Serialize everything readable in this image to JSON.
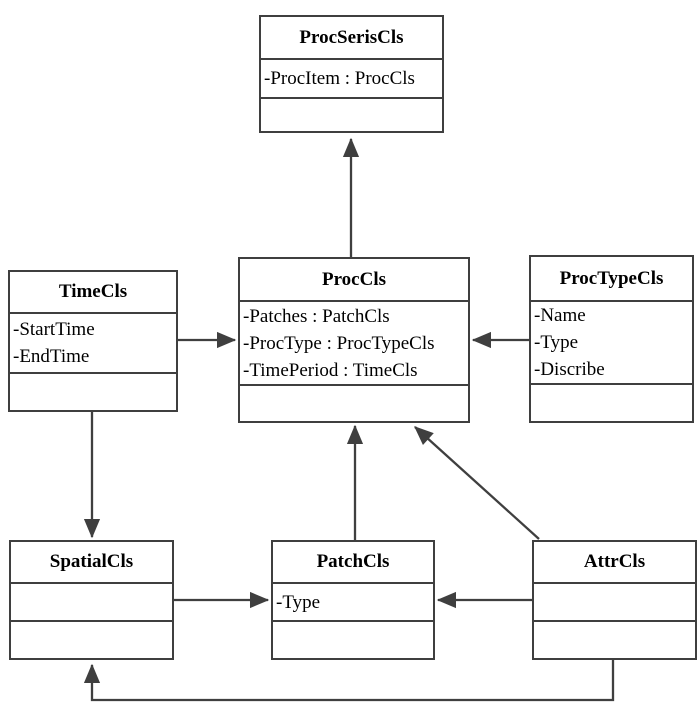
{
  "diagram": {
    "type": "uml-class-diagram",
    "line_color": "#3f3f3f",
    "background_color": "#ffffff",
    "classes": {
      "procseris": {
        "name": "ProcSerisCls",
        "attrs": [
          "-ProcItem : ProcCls"
        ]
      },
      "time": {
        "name": "TimeCls",
        "attrs": [
          "-StartTime",
          "-EndTime"
        ]
      },
      "proc": {
        "name": "ProcCls",
        "attrs": [
          "-Patches : PatchCls",
          "-ProcType : ProcTypeCls",
          "-TimePeriod : TimeCls"
        ]
      },
      "proctype": {
        "name": "ProcTypeCls",
        "attrs": [
          "-Name",
          "-Type",
          "-Discribe"
        ]
      },
      "spatial": {
        "name": "SpatialCls",
        "attrs": []
      },
      "patch": {
        "name": "PatchCls",
        "attrs": [
          "-Type"
        ]
      },
      "attr": {
        "name": "AttrCls",
        "attrs": []
      }
    },
    "relations": [
      {
        "from": "ProcCls",
        "to": "ProcSerisCls"
      },
      {
        "from": "TimeCls",
        "to": "ProcCls"
      },
      {
        "from": "ProcTypeCls",
        "to": "ProcCls"
      },
      {
        "from": "TimeCls",
        "to": "SpatialCls"
      },
      {
        "from": "PatchCls",
        "to": "ProcCls"
      },
      {
        "from": "AttrCls",
        "to": "ProcCls"
      },
      {
        "from": "SpatialCls",
        "to": "PatchCls"
      },
      {
        "from": "AttrCls",
        "to": "PatchCls"
      },
      {
        "from": "AttrCls",
        "to": "SpatialCls"
      }
    ]
  }
}
